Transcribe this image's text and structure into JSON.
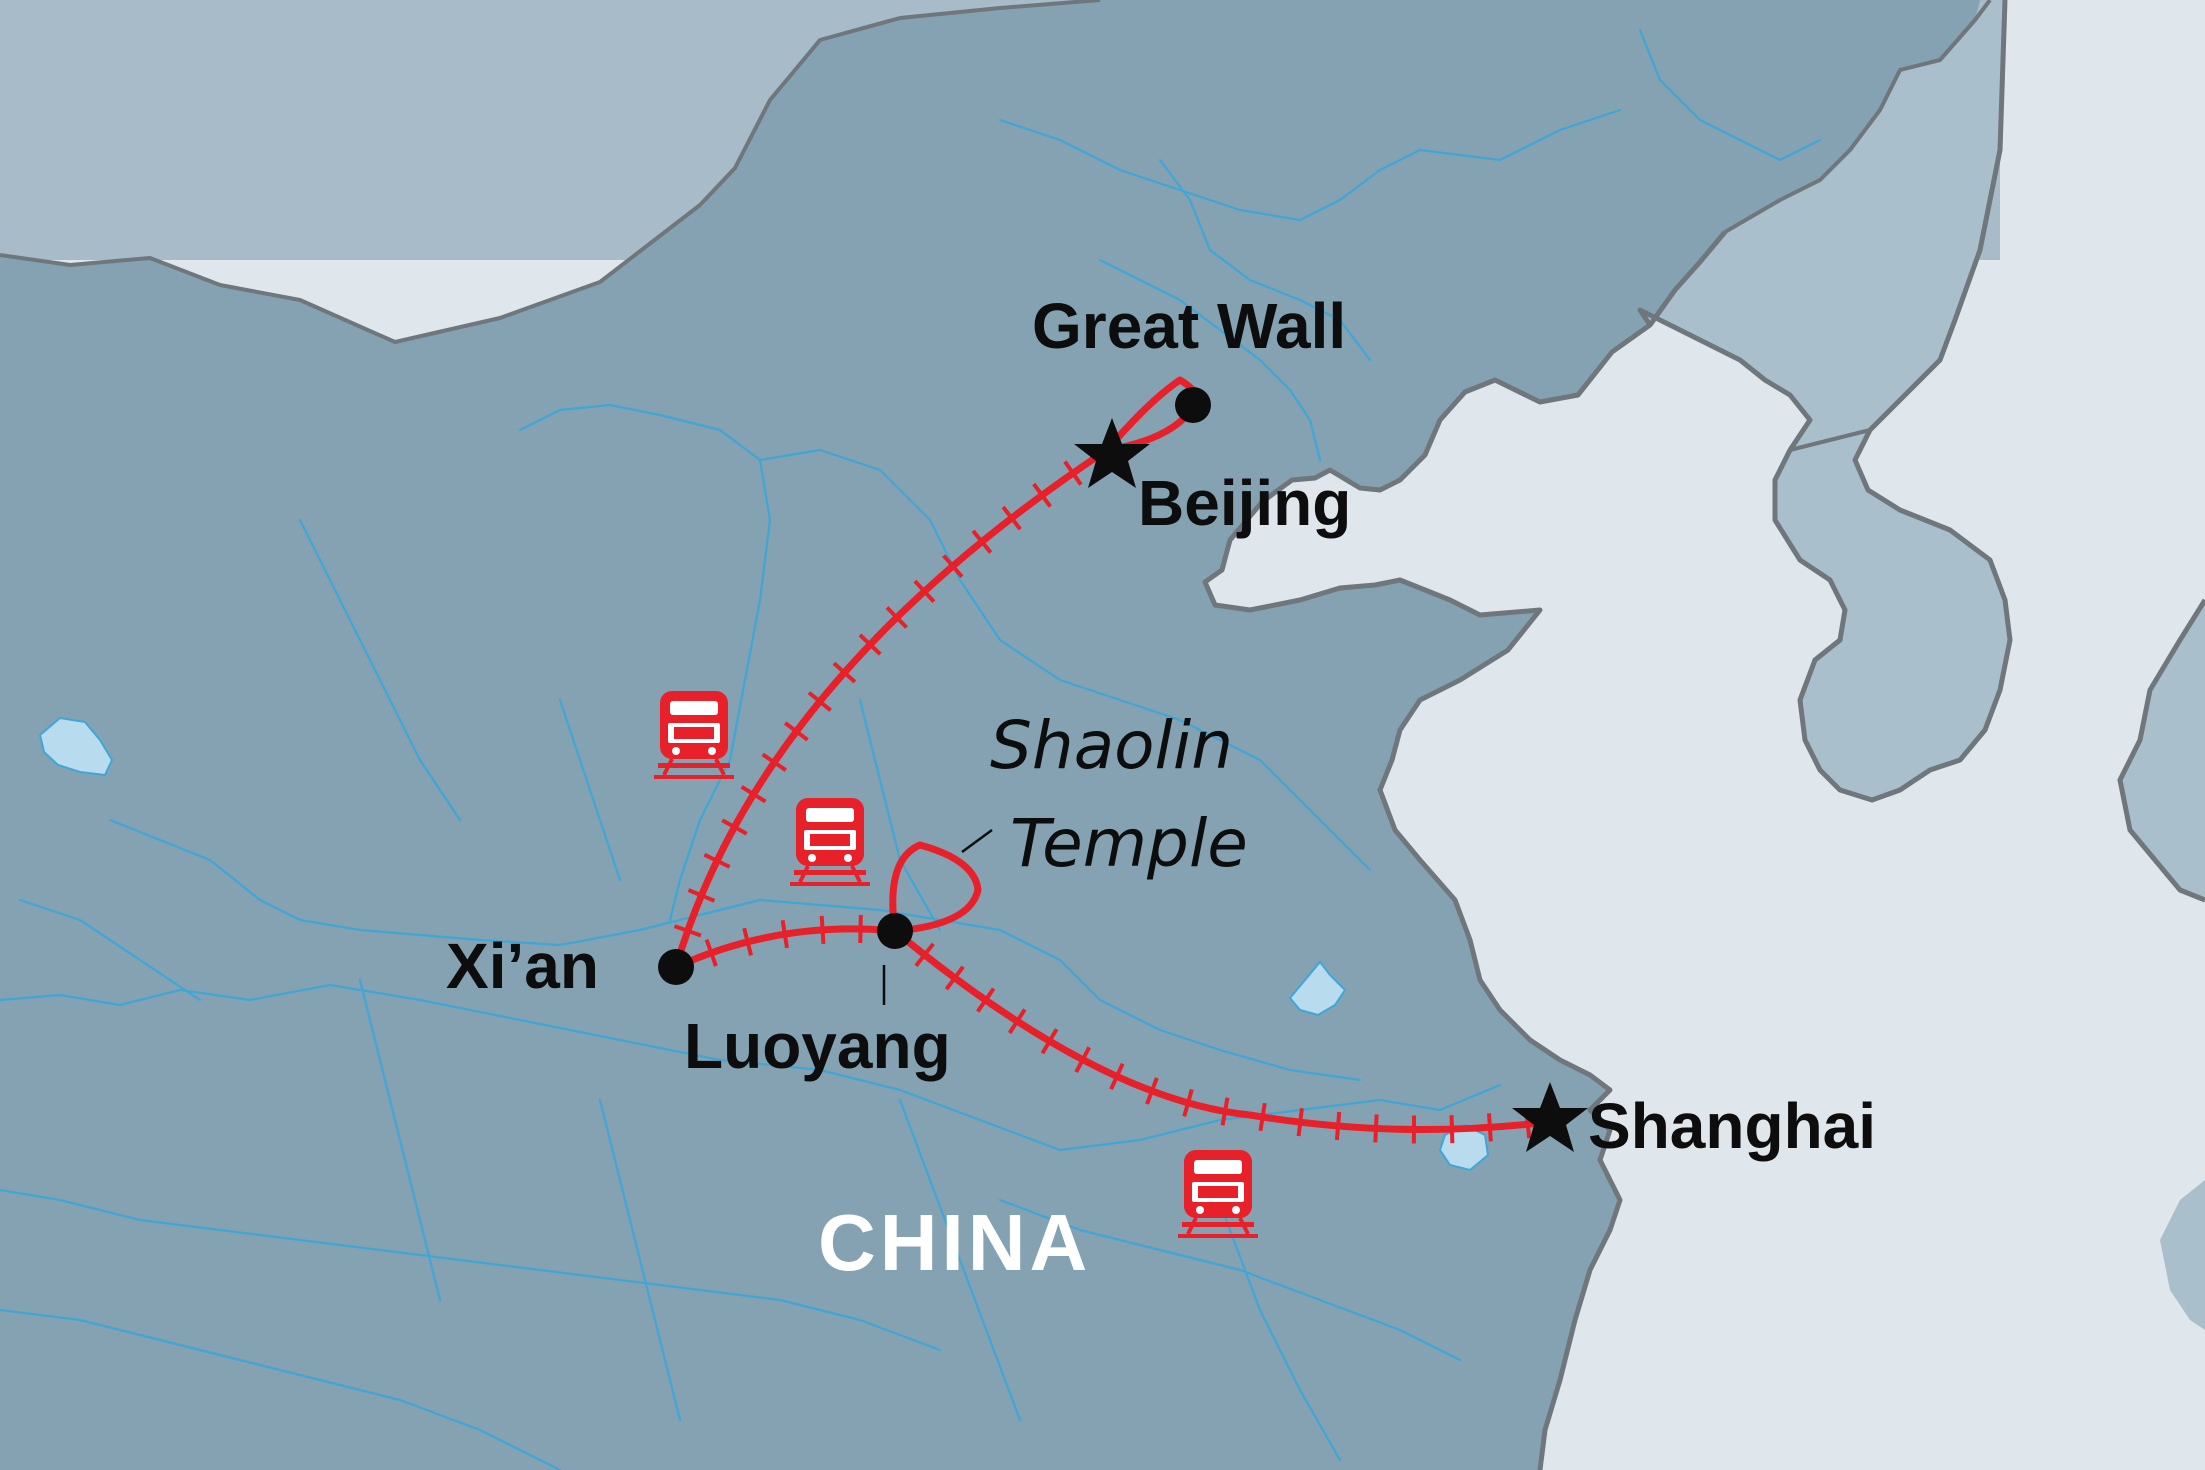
{
  "map": {
    "country_label": "CHINA",
    "colors": {
      "sea": "#dfe6ec",
      "land_china": "#85a2b2",
      "land_north": "#a7bcc8",
      "land_korea_japan": "#a9bfcc",
      "route": "#e8202a",
      "river": "#3fa6d8",
      "marker": "#0d0d0d"
    },
    "places": [
      {
        "id": "great-wall",
        "label": "Great Wall",
        "marker": "dot"
      },
      {
        "id": "beijing",
        "label": "Beijing",
        "marker": "star"
      },
      {
        "id": "shaolin",
        "label_line1": "Shaolin",
        "label_line2": "Temple",
        "marker": "none"
      },
      {
        "id": "xian",
        "label": "Xi’an",
        "marker": "dot"
      },
      {
        "id": "luoyang",
        "label": "Luoyang",
        "marker": "dot"
      },
      {
        "id": "shanghai",
        "label": "Shanghai",
        "marker": "star"
      }
    ],
    "route_mode_icon": "train-icon",
    "train_icon_count": 3
  }
}
